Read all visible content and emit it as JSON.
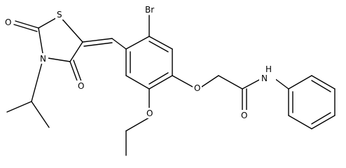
{
  "molecule": {
    "atom_labels": {
      "s1": "S",
      "o_c2": "O",
      "n3": "N",
      "o_c4": "O",
      "br": "Br",
      "o_ether_ring": "O",
      "o_ethoxy": "O",
      "o_amide": "O",
      "n_amide": "N",
      "h_amide": "H"
    },
    "colors": {
      "bond": "#000000",
      "label": "#000000",
      "background": "#ffffff"
    }
  }
}
